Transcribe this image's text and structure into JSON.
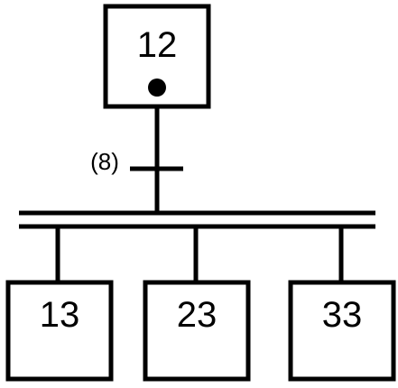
{
  "colors": {
    "stroke": "#000000",
    "background": "#ffffff"
  },
  "diagram": {
    "initial_step": {
      "label": "12",
      "active_token": true
    },
    "transition": {
      "label": "(8)"
    },
    "parallel_steps": [
      {
        "label": "13"
      },
      {
        "label": "23"
      },
      {
        "label": "33"
      }
    ]
  }
}
